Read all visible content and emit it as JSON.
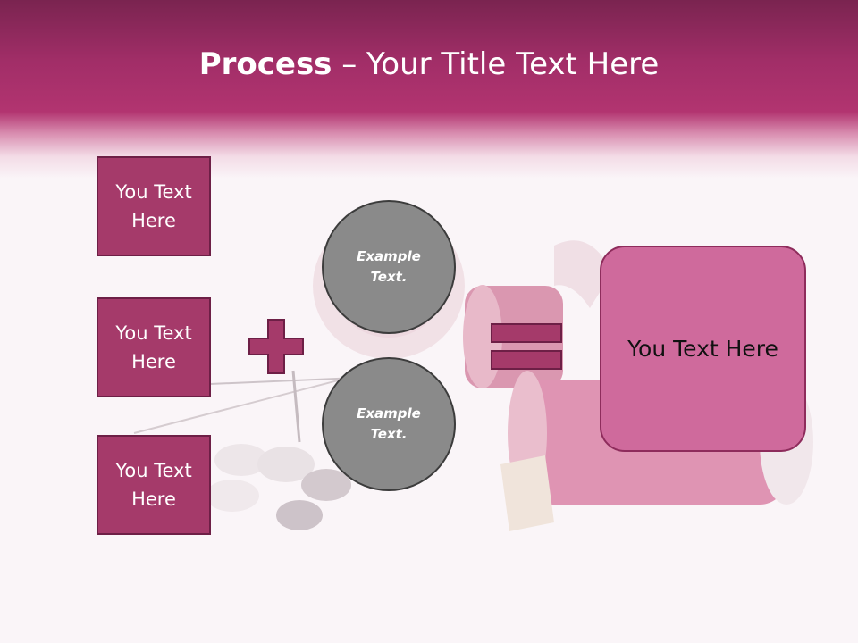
{
  "title": {
    "bold": "Process",
    "rest": " – Your Title Text Here"
  },
  "left_boxes": [
    {
      "label": "You Text\nHere"
    },
    {
      "label": "You Text\nHere"
    },
    {
      "label": "You Text\nHere"
    }
  ],
  "circles": [
    {
      "label": "Example\nText."
    },
    {
      "label": "Example\nText."
    }
  ],
  "result": {
    "label": "You Text Here"
  },
  "colors": {
    "header": "#b23470",
    "box": "#a53a6a",
    "circle": "#8a8a8a",
    "result": "#cf6a9c"
  },
  "icons": {
    "operator1": "plus-icon",
    "operator2": "equals-icon"
  }
}
